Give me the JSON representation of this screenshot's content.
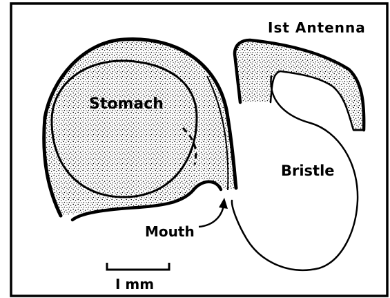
{
  "labels": {
    "antenna": "Ist Antenna",
    "stomach": "Stomach",
    "bristle": "Bristle",
    "mouth": "Mouth"
  },
  "scale_bar": {
    "label": "I mm"
  },
  "colors": {
    "ink": "#000000",
    "paper": "#ffffff"
  }
}
